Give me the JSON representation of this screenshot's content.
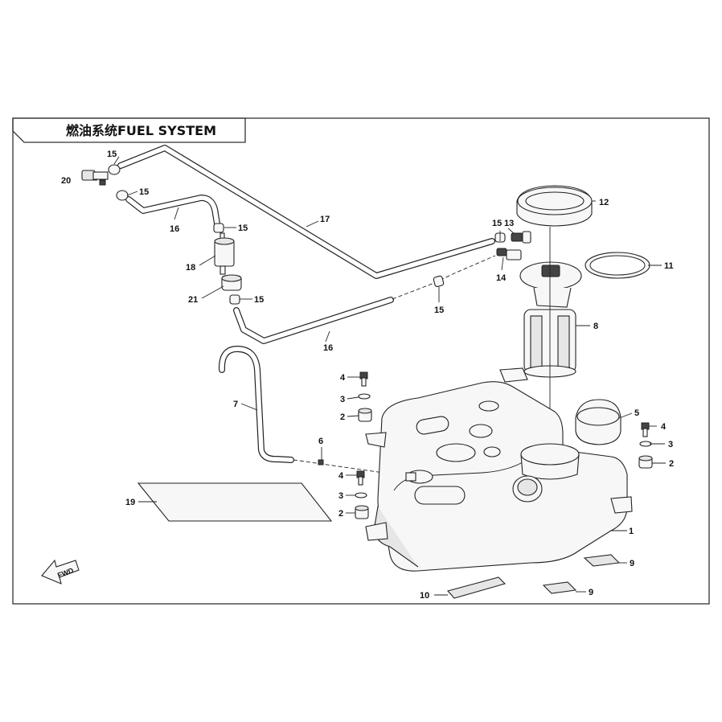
{
  "title": "燃油系统FUEL SYSTEM",
  "direction_arrow": "FWD",
  "callouts": [
    {
      "id": "c1",
      "text": "1"
    },
    {
      "id": "c2a",
      "text": "2"
    },
    {
      "id": "c2b",
      "text": "2"
    },
    {
      "id": "c2c",
      "text": "2"
    },
    {
      "id": "c3a",
      "text": "3"
    },
    {
      "id": "c3b",
      "text": "3"
    },
    {
      "id": "c3c",
      "text": "3"
    },
    {
      "id": "c4a",
      "text": "4"
    },
    {
      "id": "c4b",
      "text": "4"
    },
    {
      "id": "c4c",
      "text": "4"
    },
    {
      "id": "c5",
      "text": "5"
    },
    {
      "id": "c6",
      "text": "6"
    },
    {
      "id": "c7",
      "text": "7"
    },
    {
      "id": "c8",
      "text": "8"
    },
    {
      "id": "c9a",
      "text": "9"
    },
    {
      "id": "c9b",
      "text": "9"
    },
    {
      "id": "c10",
      "text": "10"
    },
    {
      "id": "c11",
      "text": "11"
    },
    {
      "id": "c12",
      "text": "12"
    },
    {
      "id": "c13",
      "text": "13"
    },
    {
      "id": "c14",
      "text": "14"
    },
    {
      "id": "c15a",
      "text": "15"
    },
    {
      "id": "c15b",
      "text": "15"
    },
    {
      "id": "c15c",
      "text": "15"
    },
    {
      "id": "c15d",
      "text": "15"
    },
    {
      "id": "c15e",
      "text": "15"
    },
    {
      "id": "c15f",
      "text": "15"
    },
    {
      "id": "c16a",
      "text": "16"
    },
    {
      "id": "c16b",
      "text": "16"
    },
    {
      "id": "c17",
      "text": "17"
    },
    {
      "id": "c18",
      "text": "18"
    },
    {
      "id": "c19",
      "text": "19"
    },
    {
      "id": "c20",
      "text": "20"
    },
    {
      "id": "c21",
      "text": "21"
    }
  ]
}
